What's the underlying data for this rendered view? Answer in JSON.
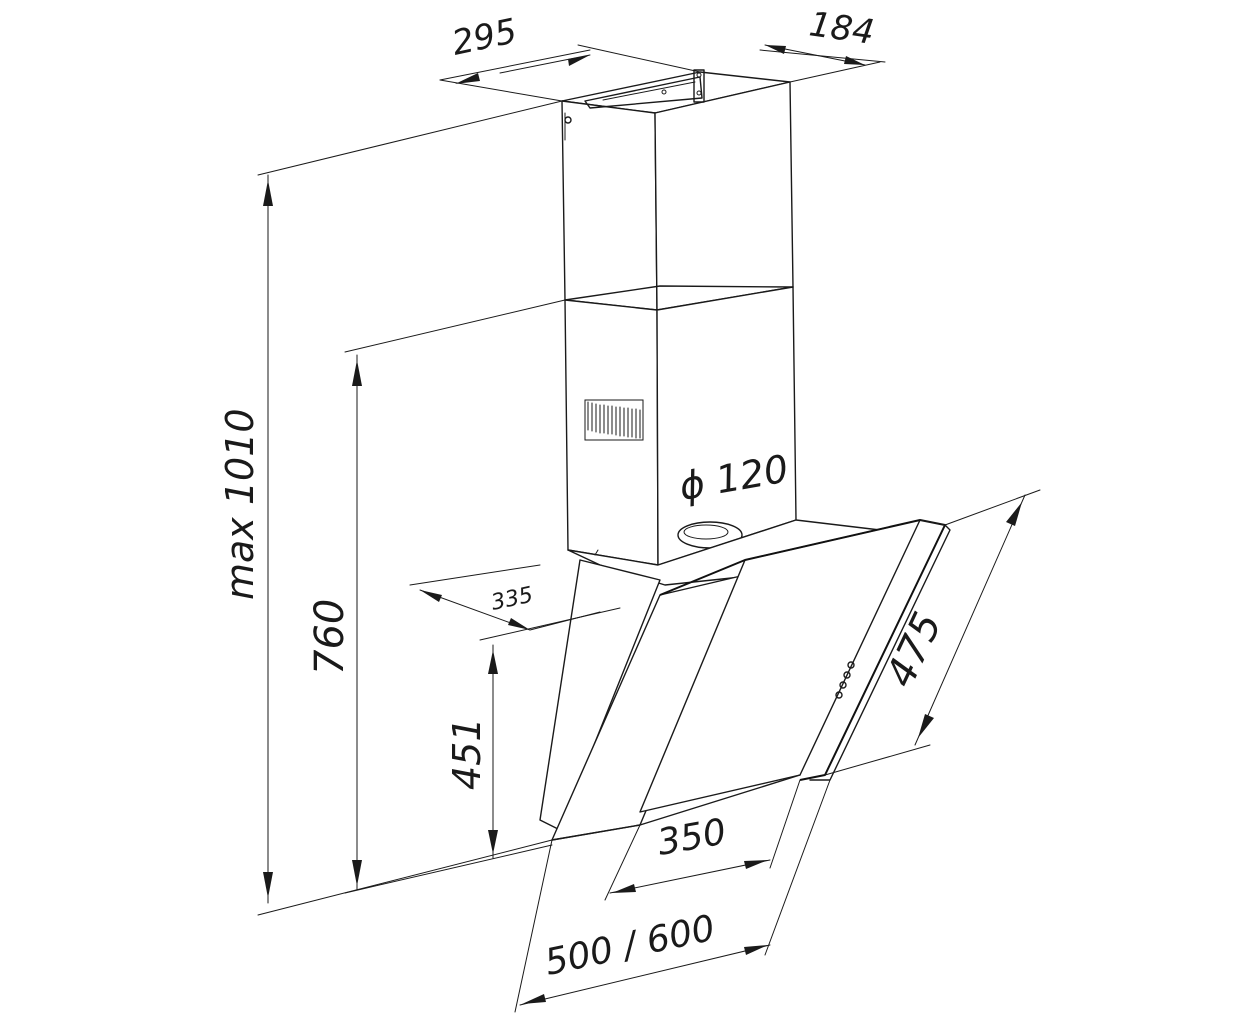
{
  "diagram": {
    "dimensions": {
      "chimney_width": "295",
      "chimney_depth": "184",
      "max_height": "max 1010",
      "height_760": "760",
      "depth_335": "335",
      "height_451": "451",
      "duct_diameter": "ϕ 120",
      "glass_length": "475",
      "glass_width": "350",
      "hood_width": "500 / 600"
    },
    "colors": {
      "line": "#1a1a1a",
      "background": "#ffffff"
    }
  }
}
